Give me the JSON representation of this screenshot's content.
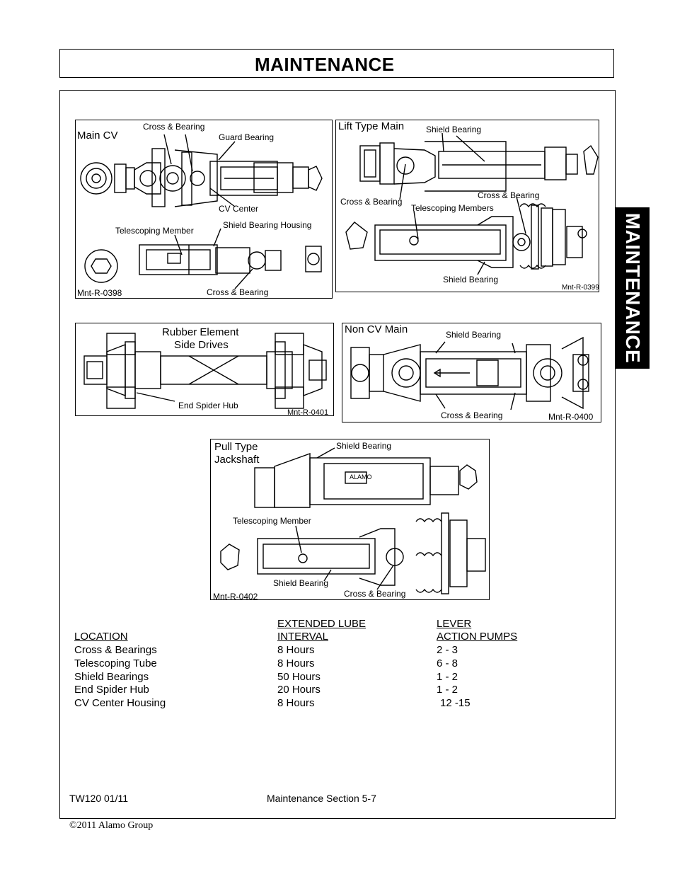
{
  "header": {
    "title": "MAINTENANCE"
  },
  "side_tab": {
    "label": "MAINTENANCE"
  },
  "figures": {
    "main_cv": {
      "title": "Main CV",
      "labels": [
        "Cross & Bearing",
        "Guard Bearing",
        "CV Center",
        "Telescoping Member",
        "Shield Bearing Housing",
        "Cross & Bearing"
      ],
      "code": "Mnt-R-0398"
    },
    "lift_type": {
      "title": "Lift Type Main",
      "labels": [
        "Shield Bearing",
        "Cross & Bearing",
        "Cross & Bearing",
        "Telescoping Members",
        "Shield Bearing"
      ],
      "code": "Mnt-R-0399"
    },
    "rubber": {
      "title_line1": "Rubber Element",
      "title_line2": "Side Drives",
      "labels": [
        "End Spider Hub"
      ],
      "code": "Mnt-R-0401"
    },
    "non_cv": {
      "title": "Non CV Main",
      "labels": [
        "Shield Bearing",
        "Cross & Bearing"
      ],
      "code": "Mnt-R-0400"
    },
    "pull_type": {
      "title_line1": "Pull Type",
      "title_line2": "Jackshaft",
      "labels": [
        "Shield Bearing",
        "Telescoping Member",
        "Shield Bearing",
        "Cross & Bearing"
      ],
      "code": "Mnt-R-0402",
      "stamp": "ALAMO"
    }
  },
  "table": {
    "headers": {
      "location": "LOCATION",
      "interval_line1": "EXTENDED LUBE",
      "interval_line2": "INTERVAL",
      "pumps_line1": "LEVER",
      "pumps_line2": "ACTION PUMPS"
    },
    "rows": [
      {
        "location": "Cross & Bearings",
        "interval": "8 Hours",
        "pumps": "2 - 3"
      },
      {
        "location": "Telescoping Tube",
        "interval": "8 Hours",
        "pumps": "6 - 8"
      },
      {
        "location": "Shield Bearings",
        "interval": "50 Hours",
        "pumps": "1 - 2"
      },
      {
        "location": "End Spider Hub",
        "interval": "20 Hours",
        "pumps": "1 - 2"
      },
      {
        "location": "CV Center Housing",
        "interval": "8 Hours",
        "pumps": "12 -15"
      }
    ]
  },
  "footer": {
    "model": "TW120  01/11",
    "section": "Maintenance Section 5-7",
    "copyright": "©2011 Alamo Group"
  }
}
